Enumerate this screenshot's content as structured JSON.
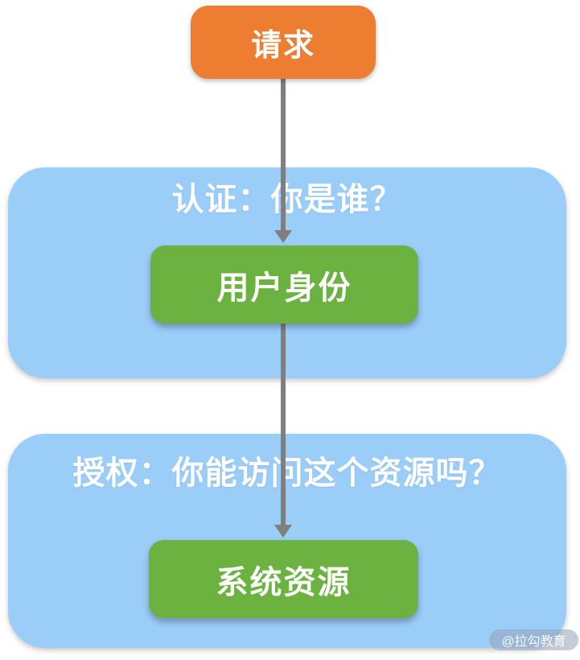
{
  "diagram": {
    "request_node": {
      "label": "请求"
    },
    "auth_panel": {
      "title": "认证：你是谁？",
      "node": {
        "label": "用户身份"
      }
    },
    "authz_panel": {
      "title": "授权：你能访问这个资源吗？",
      "node": {
        "label": "系统资源"
      }
    },
    "watermark": "@拉勾教育",
    "flow": [
      "请求 -> 用户身份 (认证)",
      "用户身份 -> 系统资源 (授权)"
    ],
    "colors": {
      "orange": "#ED7D31",
      "blue": "#9BCDF9",
      "green": "#6CB240",
      "arrow_gray": "#7F7F7F",
      "text_white": "#FFFFFF"
    }
  }
}
